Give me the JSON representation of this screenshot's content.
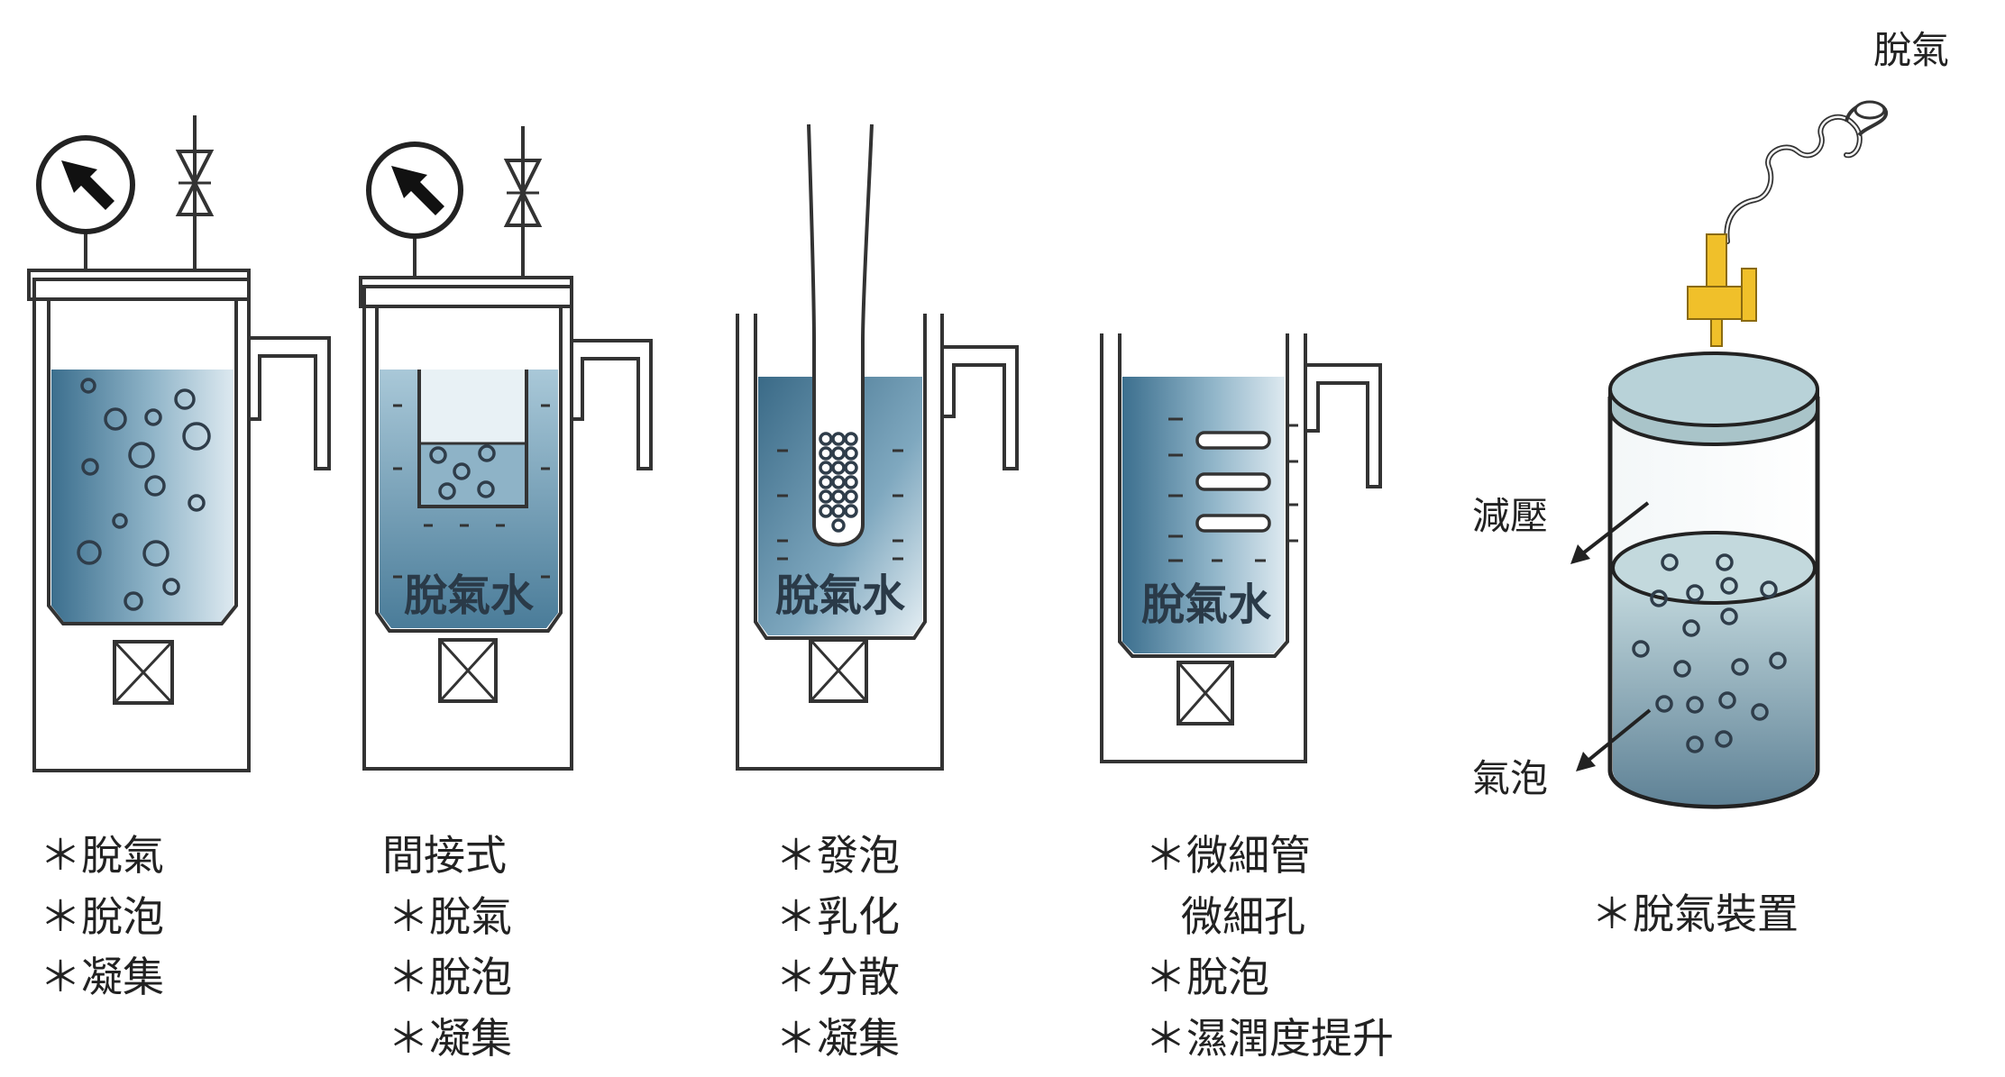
{
  "diagram": {
    "water_label": "脫氣水",
    "panel1_caption": [
      "＊脫氣",
      "＊脫泡",
      "＊凝集"
    ],
    "panel2_caption": [
      "間接式",
      "＊脫氣",
      "＊脫泡",
      "＊凝集"
    ],
    "panel3_caption": [
      "＊發泡",
      "＊乳化",
      "＊分散",
      "＊凝集"
    ],
    "panel4_caption": [
      "＊微細管",
      "微細孔",
      "＊脫泡",
      "＊濕潤度提升"
    ],
    "device": {
      "top_label": "脫氣",
      "pressure_label": "減壓",
      "bubble_label": "氣泡",
      "caption": "＊脫氣裝置"
    },
    "colors": {
      "water_dark": "#3f7392",
      "water_light": "#d6e6ef",
      "valve_yellow": "#f0c02a",
      "lid_color": "#b8d2d8"
    }
  }
}
